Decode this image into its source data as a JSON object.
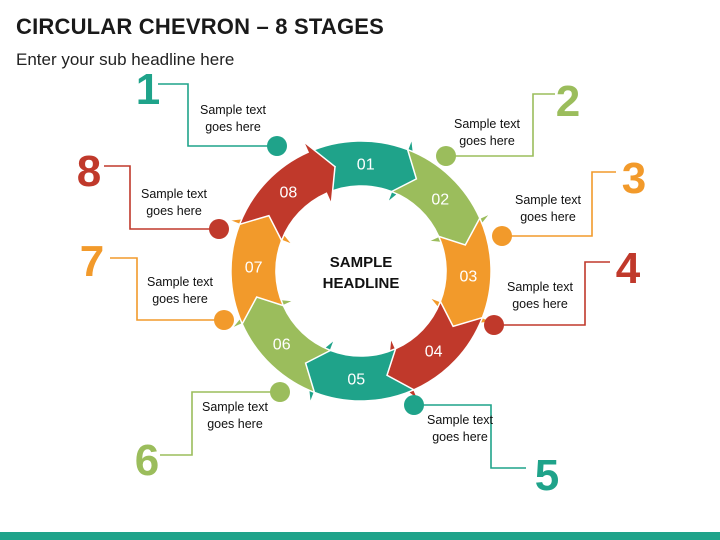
{
  "title": "CIRCULAR CHEVRON – 8 STAGES",
  "subtitle": "Enter your sub headline here",
  "center_label": [
    "SAMPLE",
    "HEADLINE"
  ],
  "colors": {
    "teal": "#1fa38a",
    "green": "#9bbd5c",
    "orange": "#f29a2b",
    "red": "#c0392b",
    "footer": "#1fa38a"
  },
  "stages": [
    {
      "num": "1",
      "code": "01",
      "color": "#1fa38a",
      "text": [
        "Sample text",
        "goes here"
      ]
    },
    {
      "num": "2",
      "code": "02",
      "color": "#9bbd5c",
      "text": [
        "Sample text",
        "goes here"
      ]
    },
    {
      "num": "3",
      "code": "03",
      "color": "#f29a2b",
      "text": [
        "Sample text",
        "goes here"
      ]
    },
    {
      "num": "4",
      "code": "04",
      "color": "#c0392b",
      "text": [
        "Sample text",
        "goes here"
      ]
    },
    {
      "num": "5",
      "code": "05",
      "color": "#1fa38a",
      "text": [
        "Sample text",
        "goes here"
      ]
    },
    {
      "num": "6",
      "code": "06",
      "color": "#9bbd5c",
      "text": [
        "Sample text",
        "goes here"
      ]
    },
    {
      "num": "7",
      "code": "07",
      "color": "#f29a2b",
      "text": [
        "Sample text",
        "goes here"
      ]
    },
    {
      "num": "8",
      "code": "08",
      "color": "#c0392b",
      "text": [
        "Sample text",
        "goes here"
      ]
    }
  ]
}
